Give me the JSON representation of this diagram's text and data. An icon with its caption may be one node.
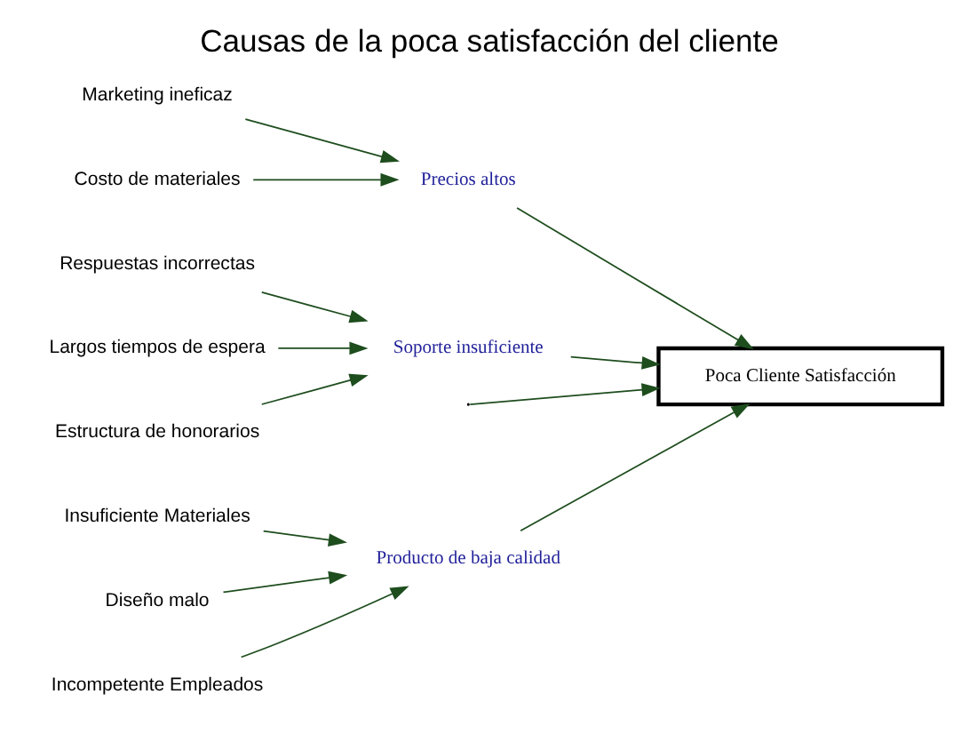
{
  "diagram": {
    "title": "Causas de la poca satisfacción del cliente",
    "nodes": [
      {
        "text": [
          "Producto de baja calidad"
        ]
      },
      {
        "text": [
          "Insuficiente Materiales"
        ]
      },
      {
        "text": [
          "Diseño malo"
        ]
      },
      {
        "text": [
          "Incompetente Empleados"
        ]
      },
      {
        "text": [
          "Precios altos"
        ]
      },
      {
        "text": [
          "Marketing ineficaz"
        ]
      },
      {
        "text": [
          "Costo de materiales"
        ]
      },
      {
        "text": [
          "Soporte insuficiente"
        ]
      },
      {
        "text": [
          "Respuestas incorrectas"
        ]
      },
      {
        "text": [
          "Largos tiempos de espera"
        ]
      },
      {
        "text": [
          "Estructura de honorarios"
        ]
      },
      {
        "text": [
          "Poca Cliente Satisfacción"
        ]
      }
    ],
    "edges": [
      {
        "from": 1,
        "to": 0,
        "arrow": "to"
      },
      {
        "from": 2,
        "to": 0,
        "arrow": "to"
      },
      {
        "from": 3,
        "to": 0,
        "arrow": "to"
      },
      {
        "from": 5,
        "to": 4,
        "arrow": "to"
      },
      {
        "from": 6,
        "to": 4,
        "arrow": "to"
      },
      {
        "from": 8,
        "to": 7,
        "arrow": "to"
      },
      {
        "from": 9,
        "to": 7,
        "arrow": "to"
      },
      {
        "from": 10,
        "to": 7,
        "arrow": "to"
      },
      {
        "from": 0,
        "to": 11,
        "arrow": "to"
      },
      {
        "from": 4,
        "to": 11,
        "arrow": "to"
      },
      {
        "from": 7,
        "to": 11,
        "arrow": "to"
      },
      {
        "from": null,
        "to": 11,
        "arrow": "to"
      }
    ]
  }
}
